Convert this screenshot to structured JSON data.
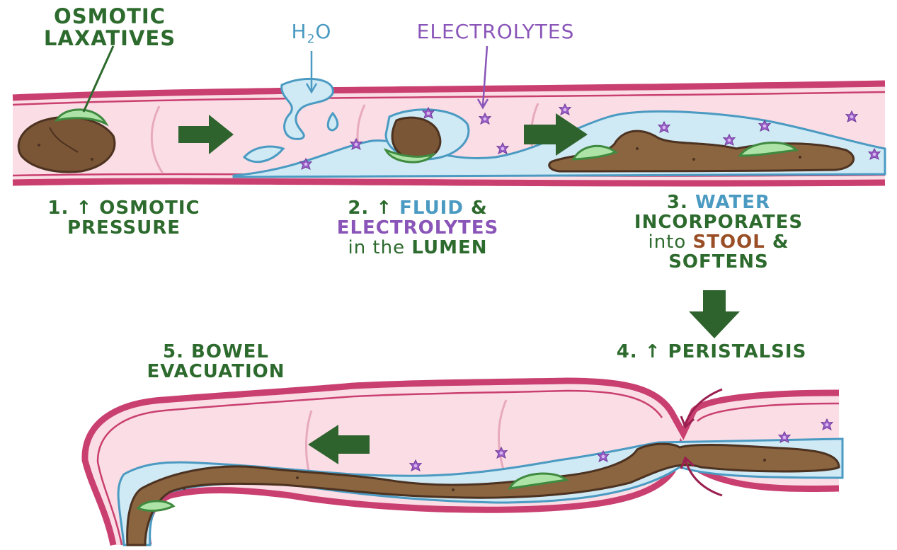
{
  "title": {
    "line1": "OSMOTIC",
    "line2": "LAXATIVES"
  },
  "top_labels": {
    "h2o_main": "H",
    "h2o_sub": "2",
    "h2o_end": "O",
    "electrolytes": "ELECTROLYTES"
  },
  "steps": {
    "s1": {
      "line1": "1. ↑ OSMOTIC",
      "line2": "PRESSURE"
    },
    "s2": {
      "prefix": "2. ↑ ",
      "fluid": "FLUID",
      "amp": " &",
      "electrolytes": "ELECTROLYTES",
      "in_the": "in the ",
      "lumen": "LUMEN"
    },
    "s3": {
      "num": "3. ",
      "water": "WATER",
      "incorporates": "INCORPORATES",
      "into": "into ",
      "stool": "STOOL",
      "amp": " &",
      "softens": "SOFTENS"
    },
    "s4": {
      "text": "4. ↑ PERISTALSIS"
    },
    "s5": {
      "line1": "5. BOWEL",
      "line2": "EVACUATION"
    }
  },
  "colors": {
    "green": "#2d6a2d",
    "blue": "#4a9ac2",
    "purple": "#8a55b8",
    "brown": "#9a4e25",
    "intestine_wall": "#c94070",
    "intestine_inner": "#fbdde5",
    "stool": "#7a5536",
    "laxative": "#aee3a8",
    "water": "#cfe9f5"
  },
  "icons": [
    "right-arrow-icon",
    "down-arrow-icon",
    "left-arrow-icon",
    "electrolyte-star-icon",
    "water-drop-icon"
  ]
}
